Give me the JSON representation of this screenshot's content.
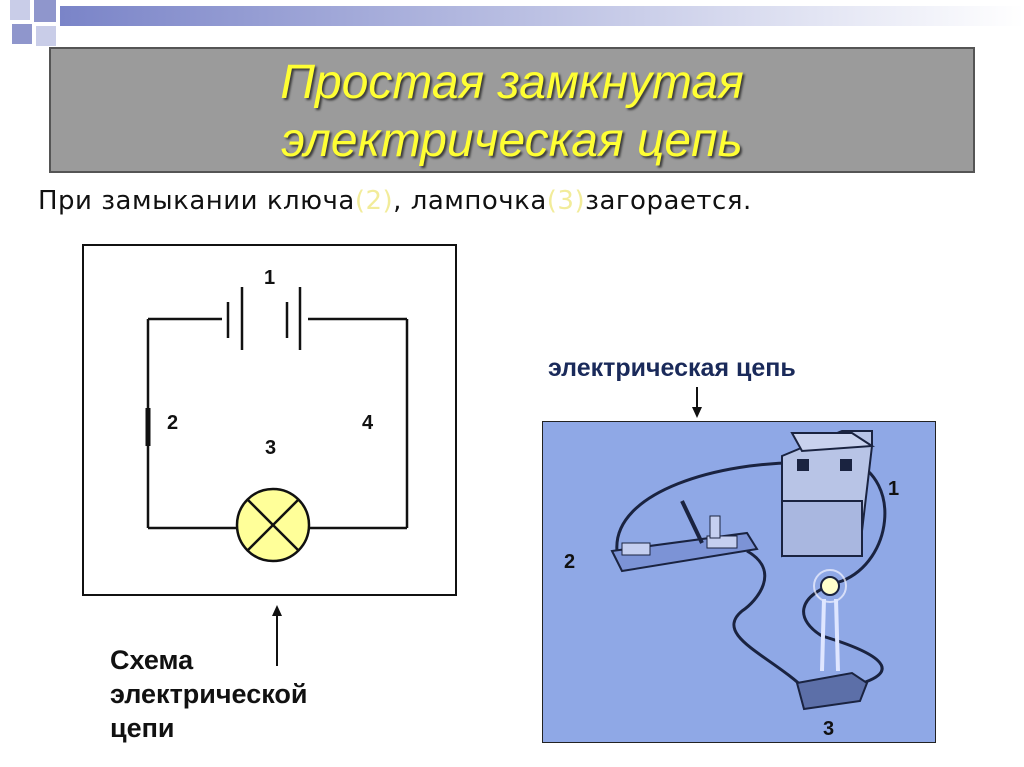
{
  "title": {
    "line1": "Простая замкнутая",
    "line2": "электрическая цепь"
  },
  "subtitle": {
    "before": "При замыкании ключа",
    "key_ref": "(2)",
    "middle": ", лампочка",
    "lamp_ref": "(3)",
    "after": "загорается."
  },
  "schema": {
    "label_battery": "1",
    "label_key": "2",
    "label_lamp": "3",
    "label_wire": "4",
    "caption": [
      "Схема",
      "электрической",
      "цепи"
    ]
  },
  "photo": {
    "caption": "электрическая цепь",
    "label_source": "1",
    "label_key": "2",
    "label_lamp": "3"
  },
  "colors": {
    "title_text": "#ffff33",
    "title_bg": "#9b9b9b",
    "lamp_fill": "#ffff99",
    "photo_bg": "#8fa8e6"
  }
}
